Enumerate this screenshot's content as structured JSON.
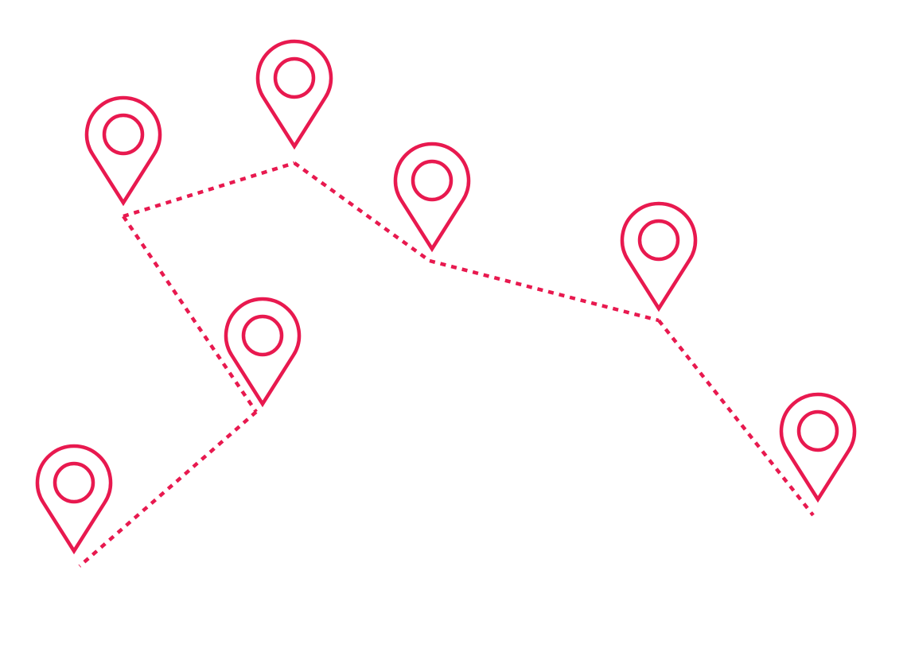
{
  "illustration": {
    "subject": "map-pin-route",
    "icon": "map-pin-icon",
    "pin_count": 7,
    "segment_count": 6,
    "line_style": "dashed",
    "colors": {
      "accent": "#e8194f",
      "background": "#ffffff"
    }
  }
}
